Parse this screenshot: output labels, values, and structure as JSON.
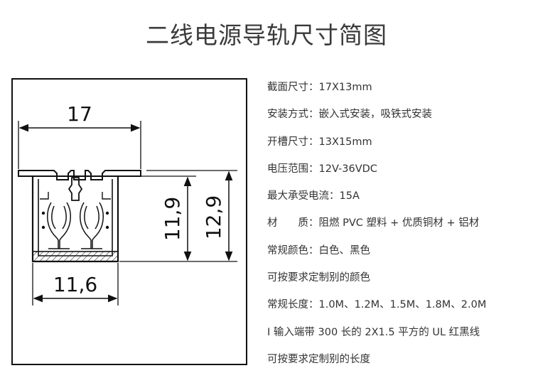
{
  "page": {
    "title": "二线电源导轨尺寸简图"
  },
  "drawing": {
    "dim_width": "17",
    "dim_bottom_width": "11,6",
    "dim_inner_height": "11,9",
    "dim_outer_height": "12,9"
  },
  "specs": [
    "截面尺寸：17X13mm",
    "安装方式：嵌入式安装，吸铁式安装",
    "开槽尺寸：13X15mm",
    "电压范围：12V-36VDC",
    "最大承受电流：15A",
    "材　　质：阻燃 PVC 塑料 + 优质铜材 + 铝材",
    "常规颜色：白色、黑色",
    "可按要求定制别的颜色",
    "常规长度：1.0M、1.2M、1.5M、1.8M、2.0M",
    "I 输入端带 300 长的 2X1.5 平方的 UL 红黑线",
    "可按要求定制别的长度"
  ]
}
